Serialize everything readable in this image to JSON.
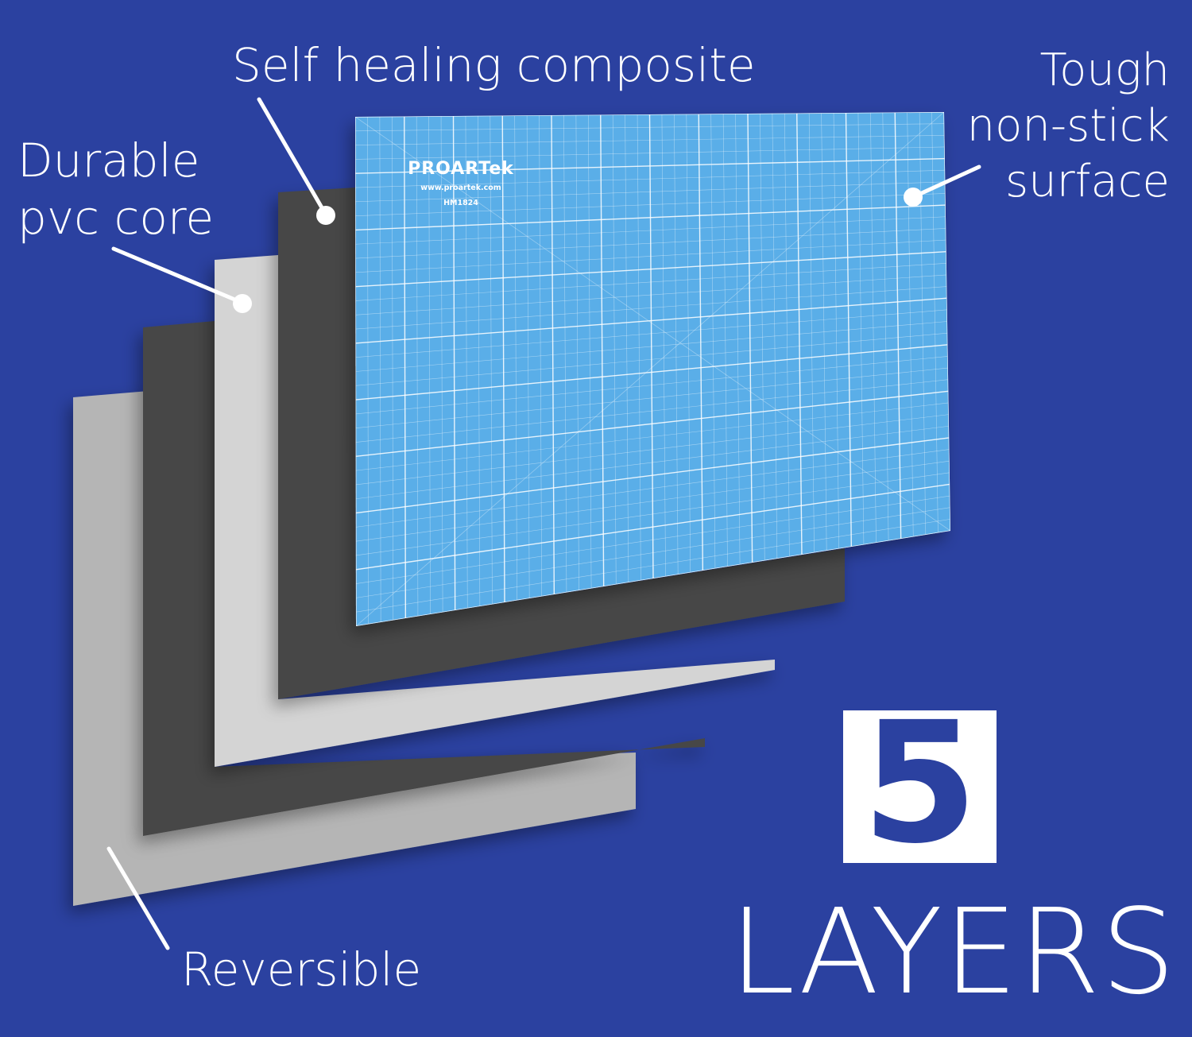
{
  "callouts": {
    "durable_line1": "Durable",
    "durable_line2": "pvc core",
    "self_healing": "Self healing composite",
    "tough_line1": "Tough",
    "tough_line2": "non-stick",
    "tough_line3": "surface",
    "reversible": "Reversible"
  },
  "badge": {
    "number": "5",
    "word": "LAYERS"
  },
  "mat_print": {
    "brand": "PROARTek",
    "website": "www.proartek.com",
    "model": "HM1824"
  },
  "colors": {
    "background": "#2b41a0",
    "mat_blue": "#5aaee8",
    "dark_gray_layer": "#474747",
    "light_gray_layer": "#d4d4d4",
    "mid_gray_layer": "#b5b5b5",
    "text": "#ffffff"
  }
}
